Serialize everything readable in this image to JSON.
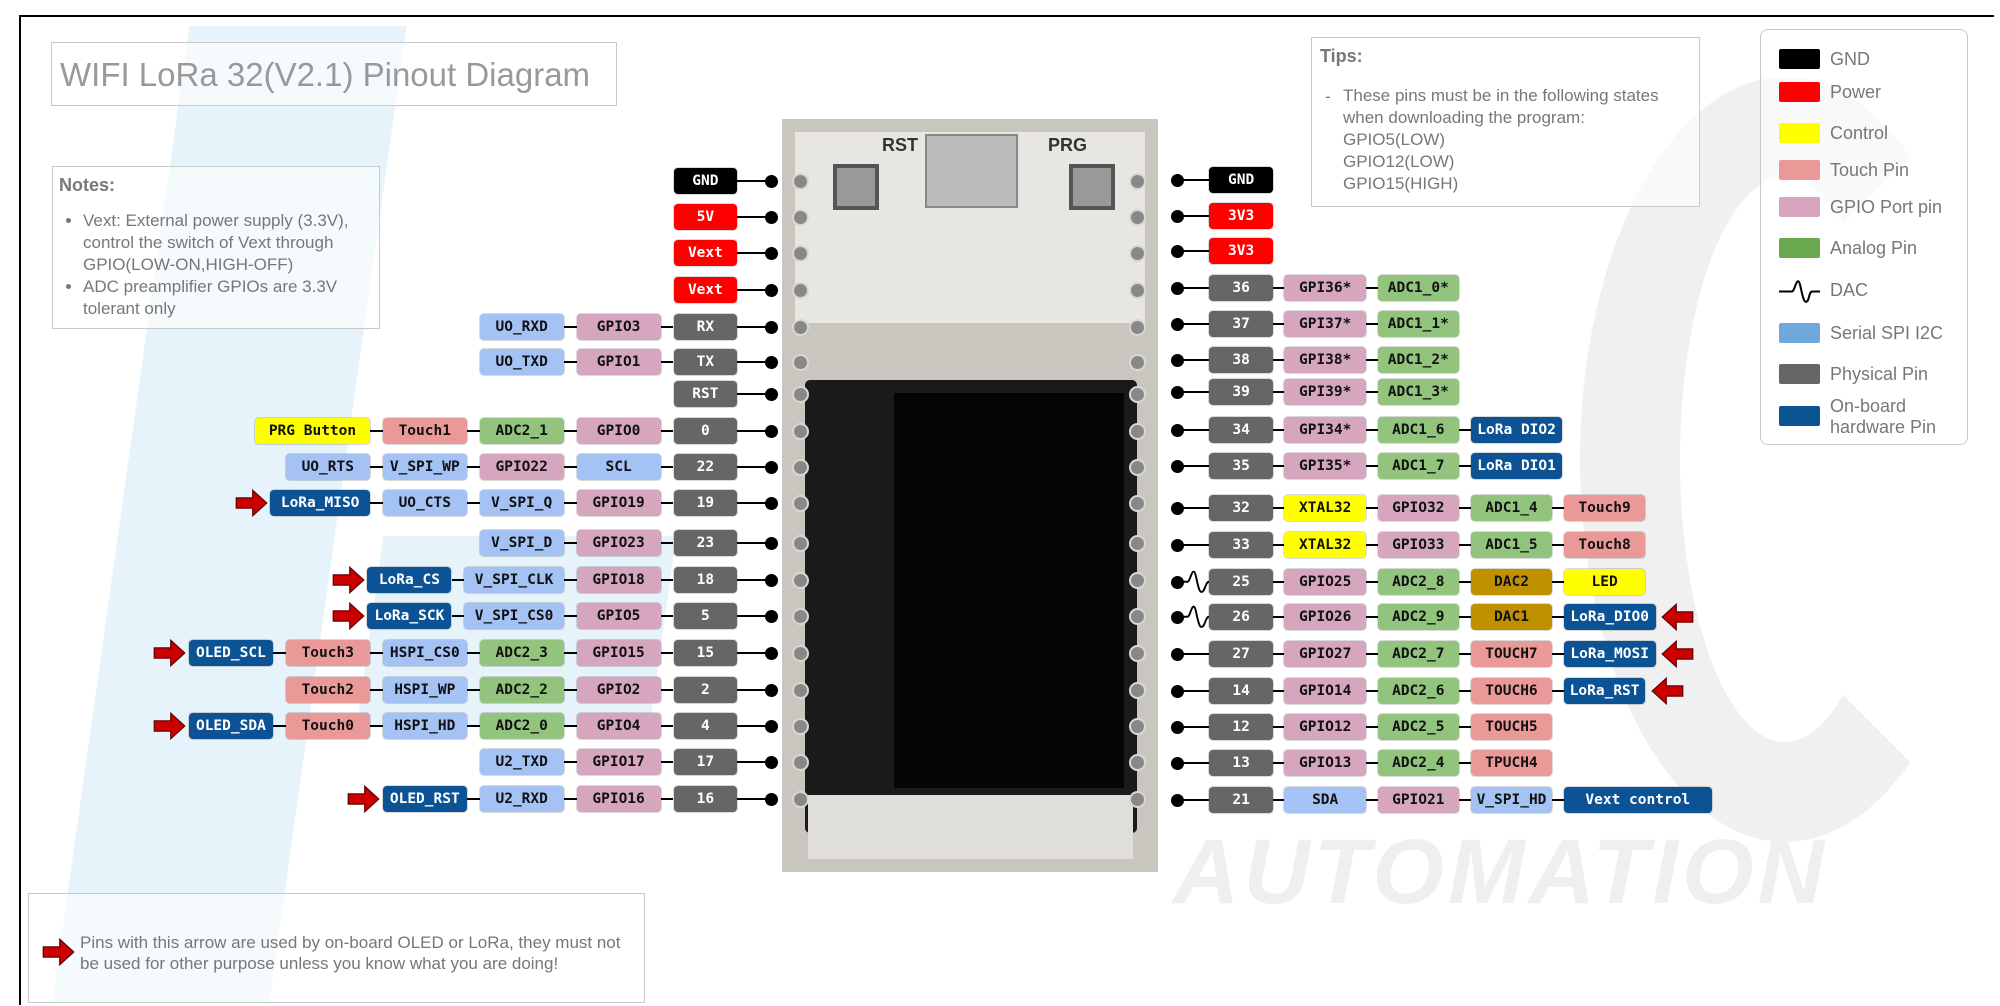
{
  "title": "WIFI LoRa 32(V2.1) Pinout Diagram",
  "notes": {
    "heading": "Notes:",
    "items": [
      "Vext: External power supply (3.3V), control the switch of Vext through GPIO(LOW-ON,HIGH-OFF)",
      "ADC preamplifier GPIOs are 3.3V tolerant only"
    ]
  },
  "tips": {
    "heading": "Tips:",
    "dash": "-",
    "lines": [
      "These pins must be in the following states",
      "when downloading the program:",
      "GPIO5(LOW)",
      "GPIO12(LOW)",
      "GPIO15(HIGH)"
    ]
  },
  "legend": [
    {
      "label": "GND",
      "color": "#000000"
    },
    {
      "label": "Power",
      "color": "#ff0000"
    },
    {
      "label": "Control",
      "color": "#ffff00"
    },
    {
      "label": "Touch Pin",
      "color": "#ea9999"
    },
    {
      "label": "GPIO Port pin",
      "color": "#d5a6bd"
    },
    {
      "label": "Analog Pin",
      "color": "#6aa84f"
    },
    {
      "label": "DAC",
      "color": "dac-wave"
    },
    {
      "label": "Serial SPI I2C",
      "color": "#6fa8dc"
    },
    {
      "label": "Physical Pin",
      "color": "#666666"
    },
    {
      "label": "On-board hardware Pin",
      "color": "#0b5394"
    }
  ],
  "colors": {
    "gnd": "#000000",
    "power": "#ff0000",
    "phys": "#666666",
    "gpio": "#d5a6bd",
    "analog": "#93c47d",
    "touch": "#ea9999",
    "serial": "#a4c2f4",
    "onboard": "#0b5394",
    "control": "#ffff00",
    "dac": "#bf9000",
    "arrow": "#cc0000"
  },
  "board_label": "RST PRG",
  "left_pins": [
    {
      "pin": "GND",
      "type": "gnd",
      "chips": []
    },
    {
      "pin": "5V",
      "type": "power",
      "chips": []
    },
    {
      "pin": "Vext",
      "type": "power",
      "chips": []
    },
    {
      "pin": "Vext",
      "type": "power",
      "chips": []
    },
    {
      "pin": "RX",
      "type": "phys",
      "chips": [
        {
          "label": "GPIO3",
          "type": "gpio"
        },
        {
          "label": "UO_RXD",
          "type": "serial"
        }
      ]
    },
    {
      "pin": "TX",
      "type": "phys",
      "chips": [
        {
          "label": "GPIO1",
          "type": "gpio"
        },
        {
          "label": "UO_TXD",
          "type": "serial"
        }
      ]
    },
    {
      "pin": "RST",
      "type": "phys",
      "chips": []
    },
    {
      "pin": "0",
      "type": "phys",
      "chips": [
        {
          "label": "GPIO0",
          "type": "gpio"
        },
        {
          "label": "ADC2_1",
          "type": "analog"
        },
        {
          "label": "Touch1",
          "type": "touch"
        },
        {
          "label": "PRG Button",
          "type": "control"
        }
      ]
    },
    {
      "pin": "22",
      "type": "phys",
      "chips": [
        {
          "label": "SCL",
          "type": "serial"
        },
        {
          "label": "GPIO22",
          "type": "gpio"
        },
        {
          "label": "V_SPI_WP",
          "type": "serial"
        },
        {
          "label": "UO_RTS",
          "type": "serial"
        }
      ]
    },
    {
      "pin": "19",
      "type": "phys",
      "arrow": true,
      "chips": [
        {
          "label": "GPIO19",
          "type": "gpio"
        },
        {
          "label": "V_SPI_Q",
          "type": "serial"
        },
        {
          "label": "UO_CTS",
          "type": "serial"
        },
        {
          "label": "LoRa_MISO",
          "type": "onboard"
        }
      ]
    },
    {
      "pin": "23",
      "type": "phys",
      "chips": [
        {
          "label": "GPIO23",
          "type": "gpio"
        },
        {
          "label": "V_SPI_D",
          "type": "serial"
        }
      ]
    },
    {
      "pin": "18",
      "type": "phys",
      "arrow": true,
      "chips": [
        {
          "label": "GPIO18",
          "type": "gpio"
        },
        {
          "label": "V_SPI_CLK",
          "type": "serial"
        },
        {
          "label": "LoRa_CS",
          "type": "onboard"
        }
      ]
    },
    {
      "pin": "5",
      "type": "phys",
      "arrow": true,
      "chips": [
        {
          "label": "GPIO5",
          "type": "gpio"
        },
        {
          "label": "V_SPI_CS0",
          "type": "serial"
        },
        {
          "label": "LoRa_SCK",
          "type": "onboard"
        }
      ]
    },
    {
      "pin": "15",
      "type": "phys",
      "arrow": true,
      "chips": [
        {
          "label": "GPIO15",
          "type": "gpio"
        },
        {
          "label": "ADC2_3",
          "type": "analog"
        },
        {
          "label": "HSPI_CS0",
          "type": "serial"
        },
        {
          "label": "Touch3",
          "type": "touch"
        },
        {
          "label": "OLED_SCL",
          "type": "onboard"
        }
      ]
    },
    {
      "pin": "2",
      "type": "phys",
      "chips": [
        {
          "label": "GPIO2",
          "type": "gpio"
        },
        {
          "label": "ADC2_2",
          "type": "analog"
        },
        {
          "label": "HSPI_WP",
          "type": "serial"
        },
        {
          "label": "Touch2",
          "type": "touch"
        }
      ]
    },
    {
      "pin": "4",
      "type": "phys",
      "arrow": true,
      "chips": [
        {
          "label": "GPIO4",
          "type": "gpio"
        },
        {
          "label": "ADC2_0",
          "type": "analog"
        },
        {
          "label": "HSPI_HD",
          "type": "serial"
        },
        {
          "label": "Touch0",
          "type": "touch"
        },
        {
          "label": "OLED_SDA",
          "type": "onboard"
        }
      ]
    },
    {
      "pin": "17",
      "type": "phys",
      "chips": [
        {
          "label": "GPIO17",
          "type": "gpio"
        },
        {
          "label": "U2_TXD",
          "type": "serial"
        }
      ]
    },
    {
      "pin": "16",
      "type": "phys",
      "arrow": true,
      "chips": [
        {
          "label": "GPIO16",
          "type": "gpio"
        },
        {
          "label": "U2_RXD",
          "type": "serial"
        },
        {
          "label": "OLED_RST",
          "type": "onboard"
        }
      ]
    }
  ],
  "right_pins": [
    {
      "pin": "GND",
      "type": "gnd",
      "chips": []
    },
    {
      "pin": "3V3",
      "type": "power",
      "chips": []
    },
    {
      "pin": "3V3",
      "type": "power",
      "chips": []
    },
    {
      "pin": "36",
      "type": "phys",
      "chips": [
        {
          "label": "GPI36*",
          "type": "gpio"
        },
        {
          "label": "ADC1_0*",
          "type": "analog"
        }
      ]
    },
    {
      "pin": "37",
      "type": "phys",
      "chips": [
        {
          "label": "GPI37*",
          "type": "gpio"
        },
        {
          "label": "ADC1_1*",
          "type": "analog"
        }
      ]
    },
    {
      "pin": "38",
      "type": "phys",
      "chips": [
        {
          "label": "GPI38*",
          "type": "gpio"
        },
        {
          "label": "ADC1_2*",
          "type": "analog"
        }
      ]
    },
    {
      "pin": "39",
      "type": "phys",
      "chips": [
        {
          "label": "GPI39*",
          "type": "gpio"
        },
        {
          "label": "ADC1_3*",
          "type": "analog"
        }
      ]
    },
    {
      "pin": "34",
      "type": "phys",
      "chips": [
        {
          "label": "GPI34*",
          "type": "gpio"
        },
        {
          "label": "ADC1_6",
          "type": "analog"
        },
        {
          "label": "LoRa DIO2",
          "type": "onboard"
        }
      ]
    },
    {
      "pin": "35",
      "type": "phys",
      "chips": [
        {
          "label": "GPI35*",
          "type": "gpio"
        },
        {
          "label": "ADC1_7",
          "type": "analog"
        },
        {
          "label": "LoRa DIO1",
          "type": "onboard"
        }
      ]
    },
    {
      "pin": "32",
      "type": "phys",
      "chips": [
        {
          "label": "XTAL32",
          "type": "control"
        },
        {
          "label": "GPIO32",
          "type": "gpio"
        },
        {
          "label": "ADC1_4",
          "type": "analog"
        },
        {
          "label": "Touch9",
          "type": "touch"
        }
      ]
    },
    {
      "pin": "33",
      "type": "phys",
      "chips": [
        {
          "label": "XTAL32",
          "type": "control"
        },
        {
          "label": "GPIO33",
          "type": "gpio"
        },
        {
          "label": "ADC1_5",
          "type": "analog"
        },
        {
          "label": "Touch8",
          "type": "touch"
        }
      ]
    },
    {
      "pin": "25",
      "type": "phys",
      "dac": true,
      "chips": [
        {
          "label": "GPIO25",
          "type": "gpio"
        },
        {
          "label": "ADC2_8",
          "type": "analog"
        },
        {
          "label": "DAC2",
          "type": "dac"
        },
        {
          "label": "LED",
          "type": "control"
        }
      ]
    },
    {
      "pin": "26",
      "type": "phys",
      "dac": true,
      "arrow": true,
      "chips": [
        {
          "label": "GPIO26",
          "type": "gpio"
        },
        {
          "label": "ADC2_9",
          "type": "analog"
        },
        {
          "label": "DAC1",
          "type": "dac"
        },
        {
          "label": "LoRa_DIO0",
          "type": "onboard"
        }
      ]
    },
    {
      "pin": "27",
      "type": "phys",
      "arrow": true,
      "chips": [
        {
          "label": "GPIO27",
          "type": "gpio"
        },
        {
          "label": "ADC2_7",
          "type": "analog"
        },
        {
          "label": "TOUCH7",
          "type": "touch"
        },
        {
          "label": "LoRa_MOSI",
          "type": "onboard"
        }
      ]
    },
    {
      "pin": "14",
      "type": "phys",
      "arrow": true,
      "chips": [
        {
          "label": "GPIO14",
          "type": "gpio"
        },
        {
          "label": "ADC2_6",
          "type": "analog"
        },
        {
          "label": "TOUCH6",
          "type": "touch"
        },
        {
          "label": "LoRa_RST",
          "type": "onboard"
        }
      ]
    },
    {
      "pin": "12",
      "type": "phys",
      "chips": [
        {
          "label": "GPIO12",
          "type": "gpio"
        },
        {
          "label": "ADC2_5",
          "type": "analog"
        },
        {
          "label": "TOUCH5",
          "type": "touch"
        }
      ]
    },
    {
      "pin": "13",
      "type": "phys",
      "chips": [
        {
          "label": "GPIO13",
          "type": "gpio"
        },
        {
          "label": "ADC2_4",
          "type": "analog"
        },
        {
          "label": "TPUCH4",
          "type": "touch"
        }
      ]
    },
    {
      "pin": "21",
      "type": "phys",
      "chips": [
        {
          "label": "SDA",
          "type": "serial"
        },
        {
          "label": "GPIO21",
          "type": "gpio"
        },
        {
          "label": "V_SPI_HD",
          "type": "serial"
        },
        {
          "label": "Vext control",
          "type": "onboard"
        }
      ]
    }
  ],
  "arrow_note": "Pins with this arrow are used by on-board OLED or LoRa, they must not be used for other purpose unless you know what you are doing!"
}
